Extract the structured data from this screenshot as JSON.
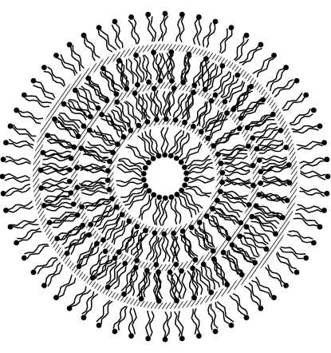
{
  "figure": {
    "subject": "multilamellar-vesicle",
    "background_color": "#ffffff",
    "ink_color": "#000000",
    "bilayer_count": 3,
    "bilayers": [
      {
        "name": "outer-bilayer",
        "outer_leaflet_lipids": 60,
        "inner_leaflet_lipids": 52,
        "has_hatched_core": true
      },
      {
        "name": "middle-bilayer",
        "outer_leaflet_lipids": 44,
        "inner_leaflet_lipids": 38,
        "has_hatched_core": true
      },
      {
        "name": "inner-bilayer",
        "outer_leaflet_lipids": 28,
        "inner_leaflet_lipids": 22,
        "has_hatched_core": true
      }
    ],
    "lipid": {
      "head_shape": "filled-circle",
      "tail_count": 2,
      "tail_style": "wavy"
    },
    "core_center": "empty"
  }
}
